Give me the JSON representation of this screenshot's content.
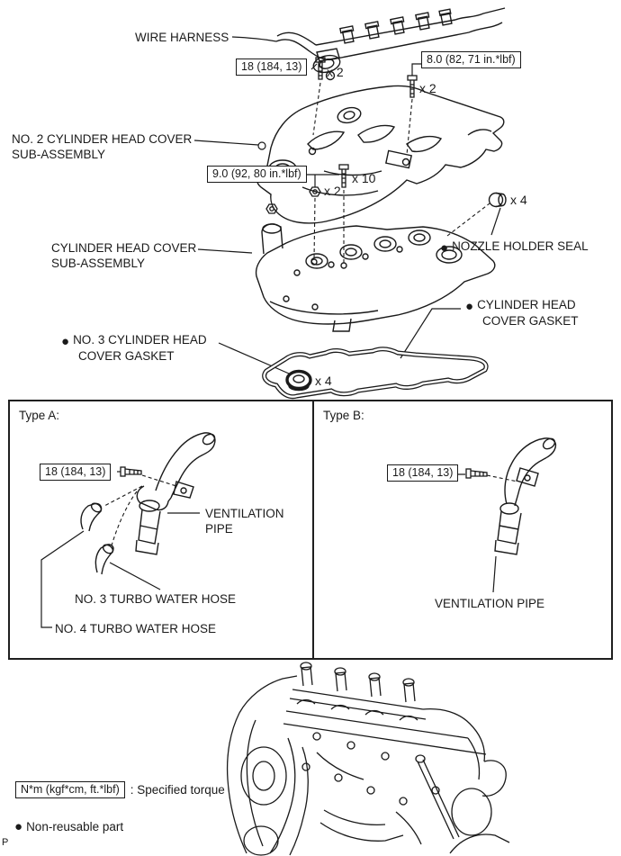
{
  "colors": {
    "line": "#1a1a1a",
    "background": "#ffffff"
  },
  "icons": {
    "bullet": "●"
  },
  "labels": {
    "wire_harness": "WIRE HARNESS",
    "no2_cover": {
      "line1": "NO. 2 CYLINDER HEAD COVER",
      "line2": "SUB-ASSEMBLY"
    },
    "head_cover": {
      "line1": "CYLINDER HEAD COVER",
      "line2": "SUB-ASSEMBLY"
    },
    "nozzle_seal": "NOZZLE HOLDER SEAL",
    "cover_gasket": {
      "line1": "CYLINDER HEAD",
      "line2": "COVER GASKET"
    },
    "no3_gasket": {
      "line1": "NO. 3 CYLINDER HEAD",
      "line2": "COVER GASKET"
    }
  },
  "callouts": {
    "harness_bolt": {
      "torque": "18 (184, 13)",
      "count": "x 2"
    },
    "no2_cover_bolt": {
      "torque": "8.0 (82, 71 in.*lbf)",
      "count": "x 2"
    },
    "head_cover_fasteners": {
      "torque": "9.0 (92, 80 in.*lbf)",
      "nut_count": "x 2",
      "bolt_count": "x 10"
    },
    "nozzle_seal_count": "x 4",
    "no3_gasket_count": "x 4"
  },
  "type_a": {
    "title": "Type A:",
    "torque": "18 (184, 13)",
    "vent_line1": "VENTILATION",
    "vent_line2": "PIPE",
    "no3_hose": "NO. 3 TURBO WATER HOSE",
    "no4_hose": "NO. 4 TURBO WATER HOSE"
  },
  "type_b": {
    "title": "Type B:",
    "torque": "18 (184, 13)",
    "vent_pipe": "VENTILATION PIPE"
  },
  "legend": {
    "unit": "N*m (kgf*cm, ft.*lbf)",
    "spec": ": Specified torque",
    "non_reusable": "Non-reusable part"
  },
  "page_marker": "P"
}
